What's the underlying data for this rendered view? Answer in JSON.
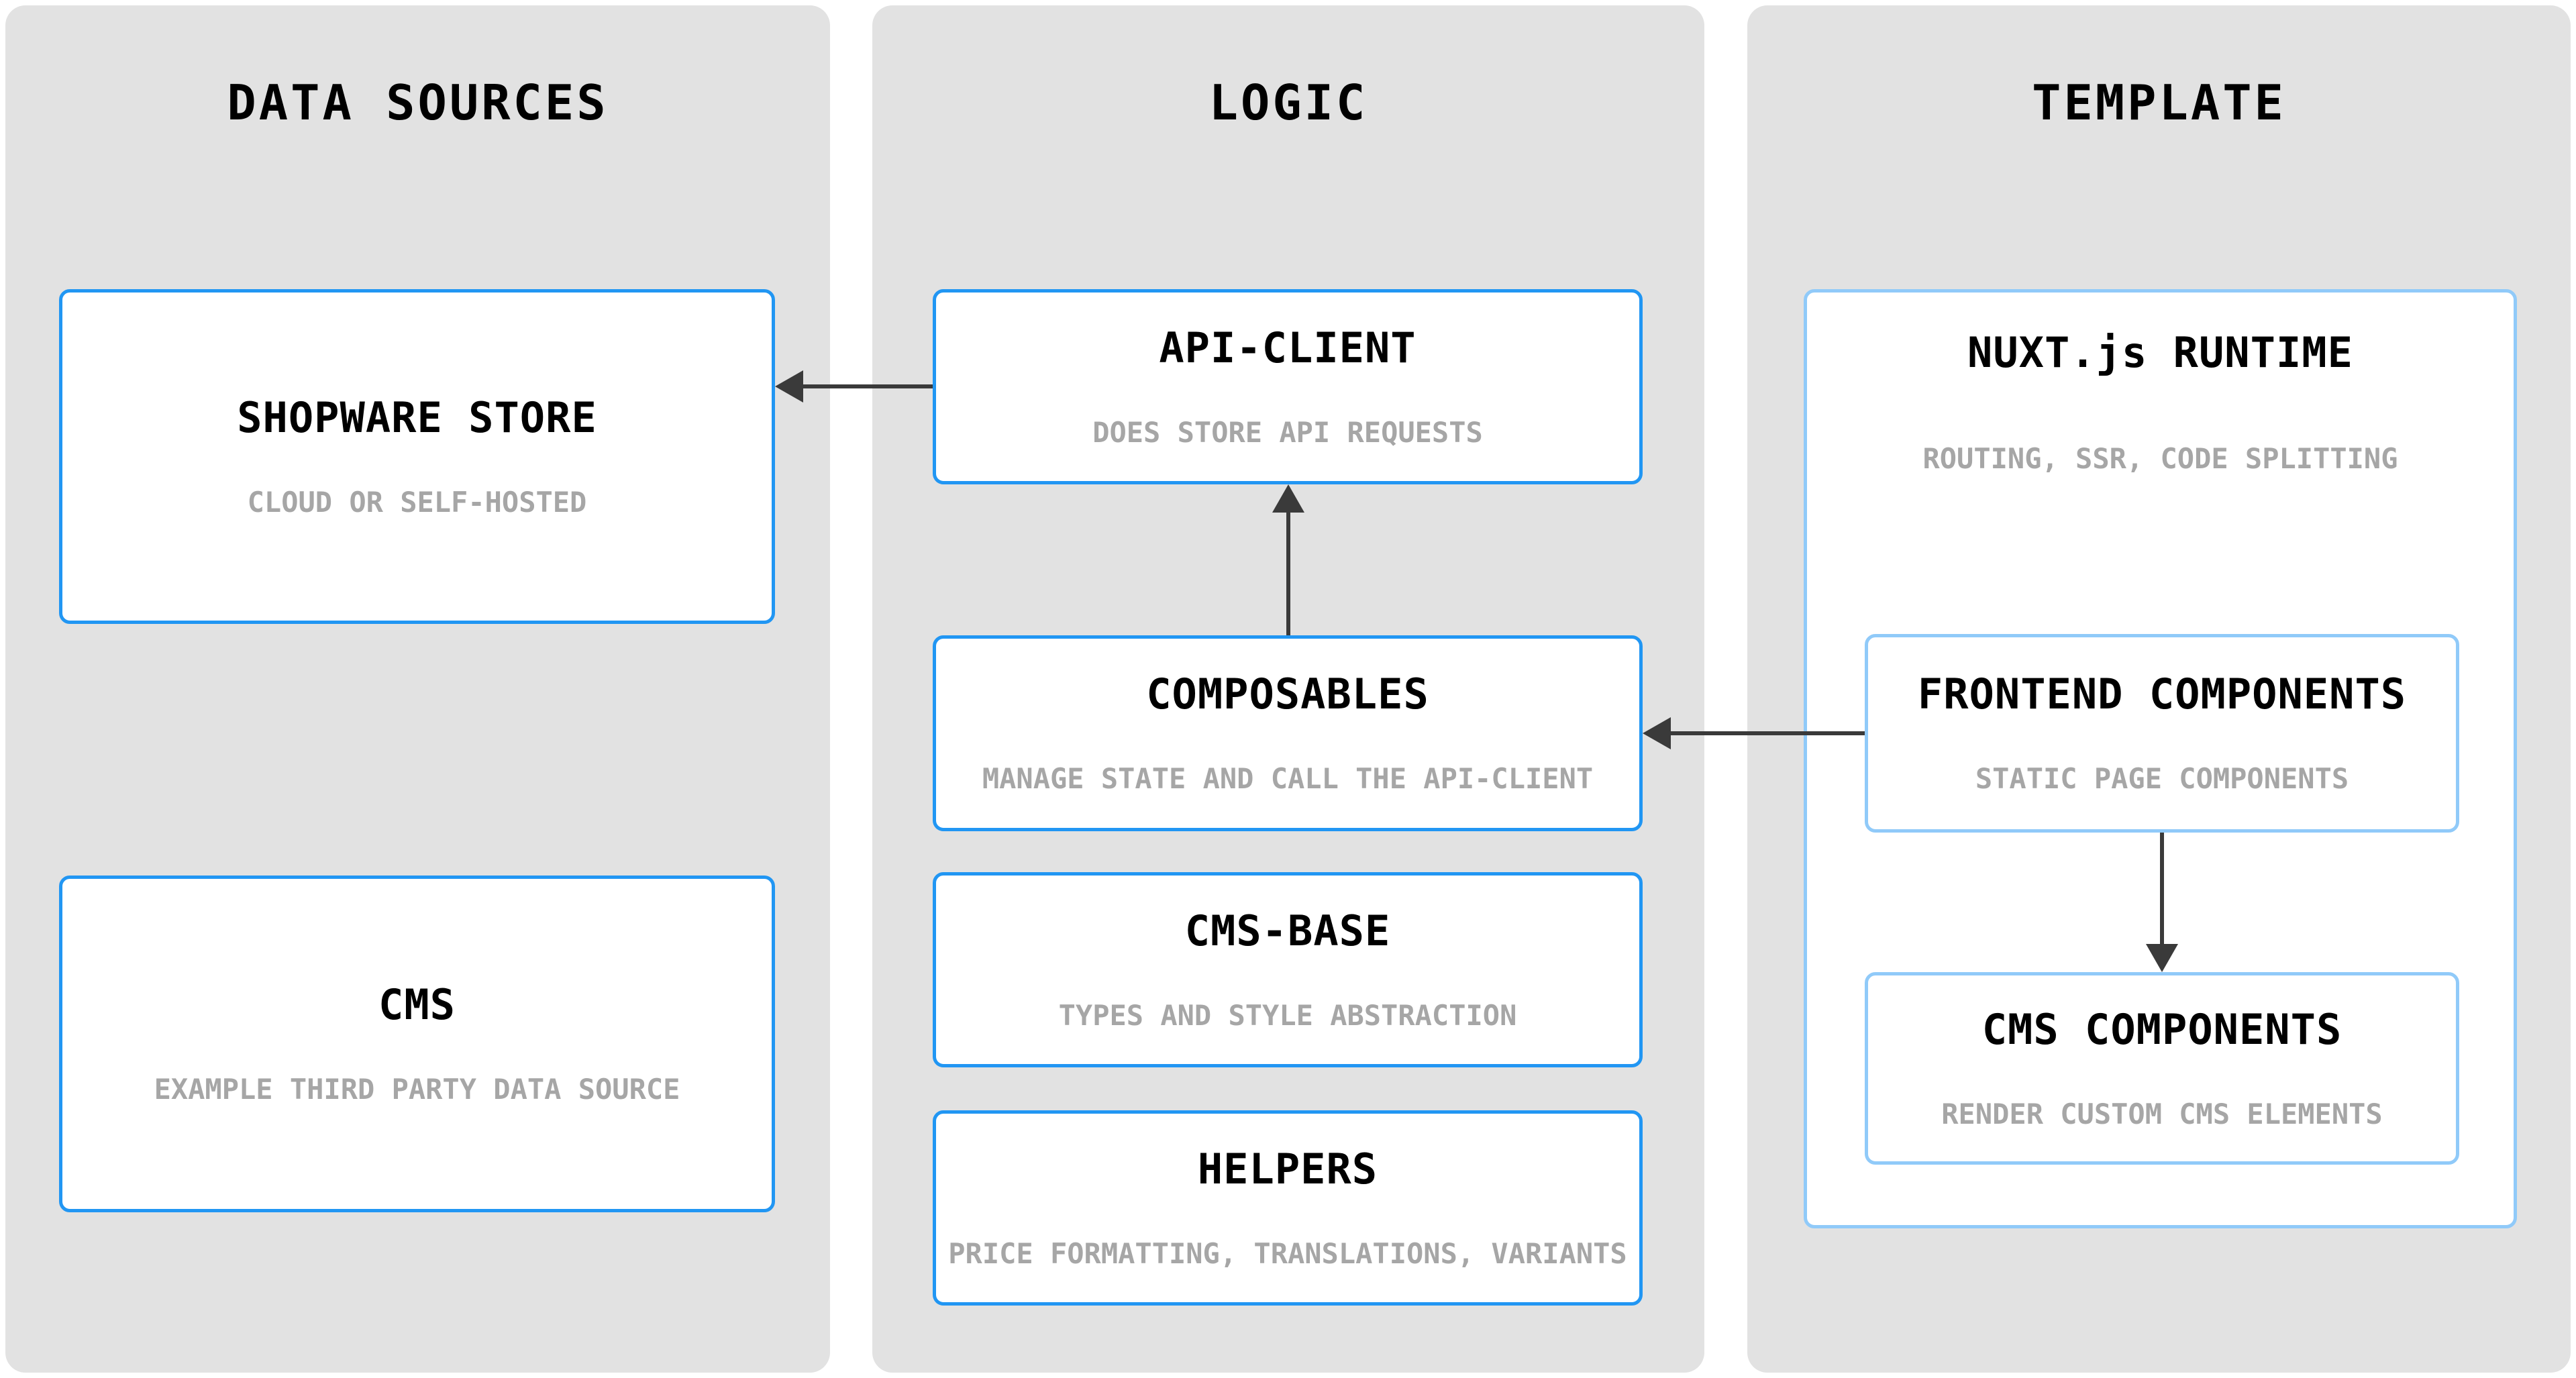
{
  "colors": {
    "panel_bg": "#E2E2E2",
    "box_bg": "#FFFFFF",
    "box_border_primary": "#2196F3",
    "box_border_light": "#90CAF9",
    "title_text": "#000000",
    "subtitle_text": "#A6A6A6",
    "arrow": "#3A3A3A"
  },
  "columns": {
    "data_sources": {
      "title": "DATA SOURCES",
      "boxes": {
        "shopware_store": {
          "title": "SHOPWARE STORE",
          "subtitle": "CLOUD OR SELF-HOSTED"
        },
        "cms": {
          "title": "CMS",
          "subtitle": "EXAMPLE THIRD PARTY DATA SOURCE"
        }
      }
    },
    "logic": {
      "title": "LOGIC",
      "boxes": {
        "api_client": {
          "title": "API-CLIENT",
          "subtitle": "DOES STORE API REQUESTS"
        },
        "composables": {
          "title": "COMPOSABLES",
          "subtitle": "MANAGE STATE AND CALL THE API-CLIENT"
        },
        "cms_base": {
          "title": "CMS-BASE",
          "subtitle": "TYPES AND STYLE ABSTRACTION"
        },
        "helpers": {
          "title": "HELPERS",
          "subtitle": "PRICE FORMATTING, TRANSLATIONS, VARIANTS"
        }
      }
    },
    "template": {
      "title": "TEMPLATE",
      "boxes": {
        "nuxt_runtime": {
          "title": "NUXT.js RUNTIME",
          "subtitle": "ROUTING, SSR, CODE SPLITTING"
        },
        "frontend_components": {
          "title": "FRONTEND COMPONENTS",
          "subtitle": "STATIC PAGE COMPONENTS"
        },
        "cms_components": {
          "title": "CMS COMPONENTS",
          "subtitle": "RENDER CUSTOM CMS ELEMENTS"
        }
      }
    }
  },
  "arrows": [
    {
      "from": "API-CLIENT",
      "to": "SHOPWARE STORE",
      "direction": "left"
    },
    {
      "from": "COMPOSABLES",
      "to": "API-CLIENT",
      "direction": "up"
    },
    {
      "from": "FRONTEND COMPONENTS",
      "to": "COMPOSABLES",
      "direction": "left"
    },
    {
      "from": "FRONTEND COMPONENTS",
      "to": "CMS COMPONENTS",
      "direction": "down"
    }
  ]
}
